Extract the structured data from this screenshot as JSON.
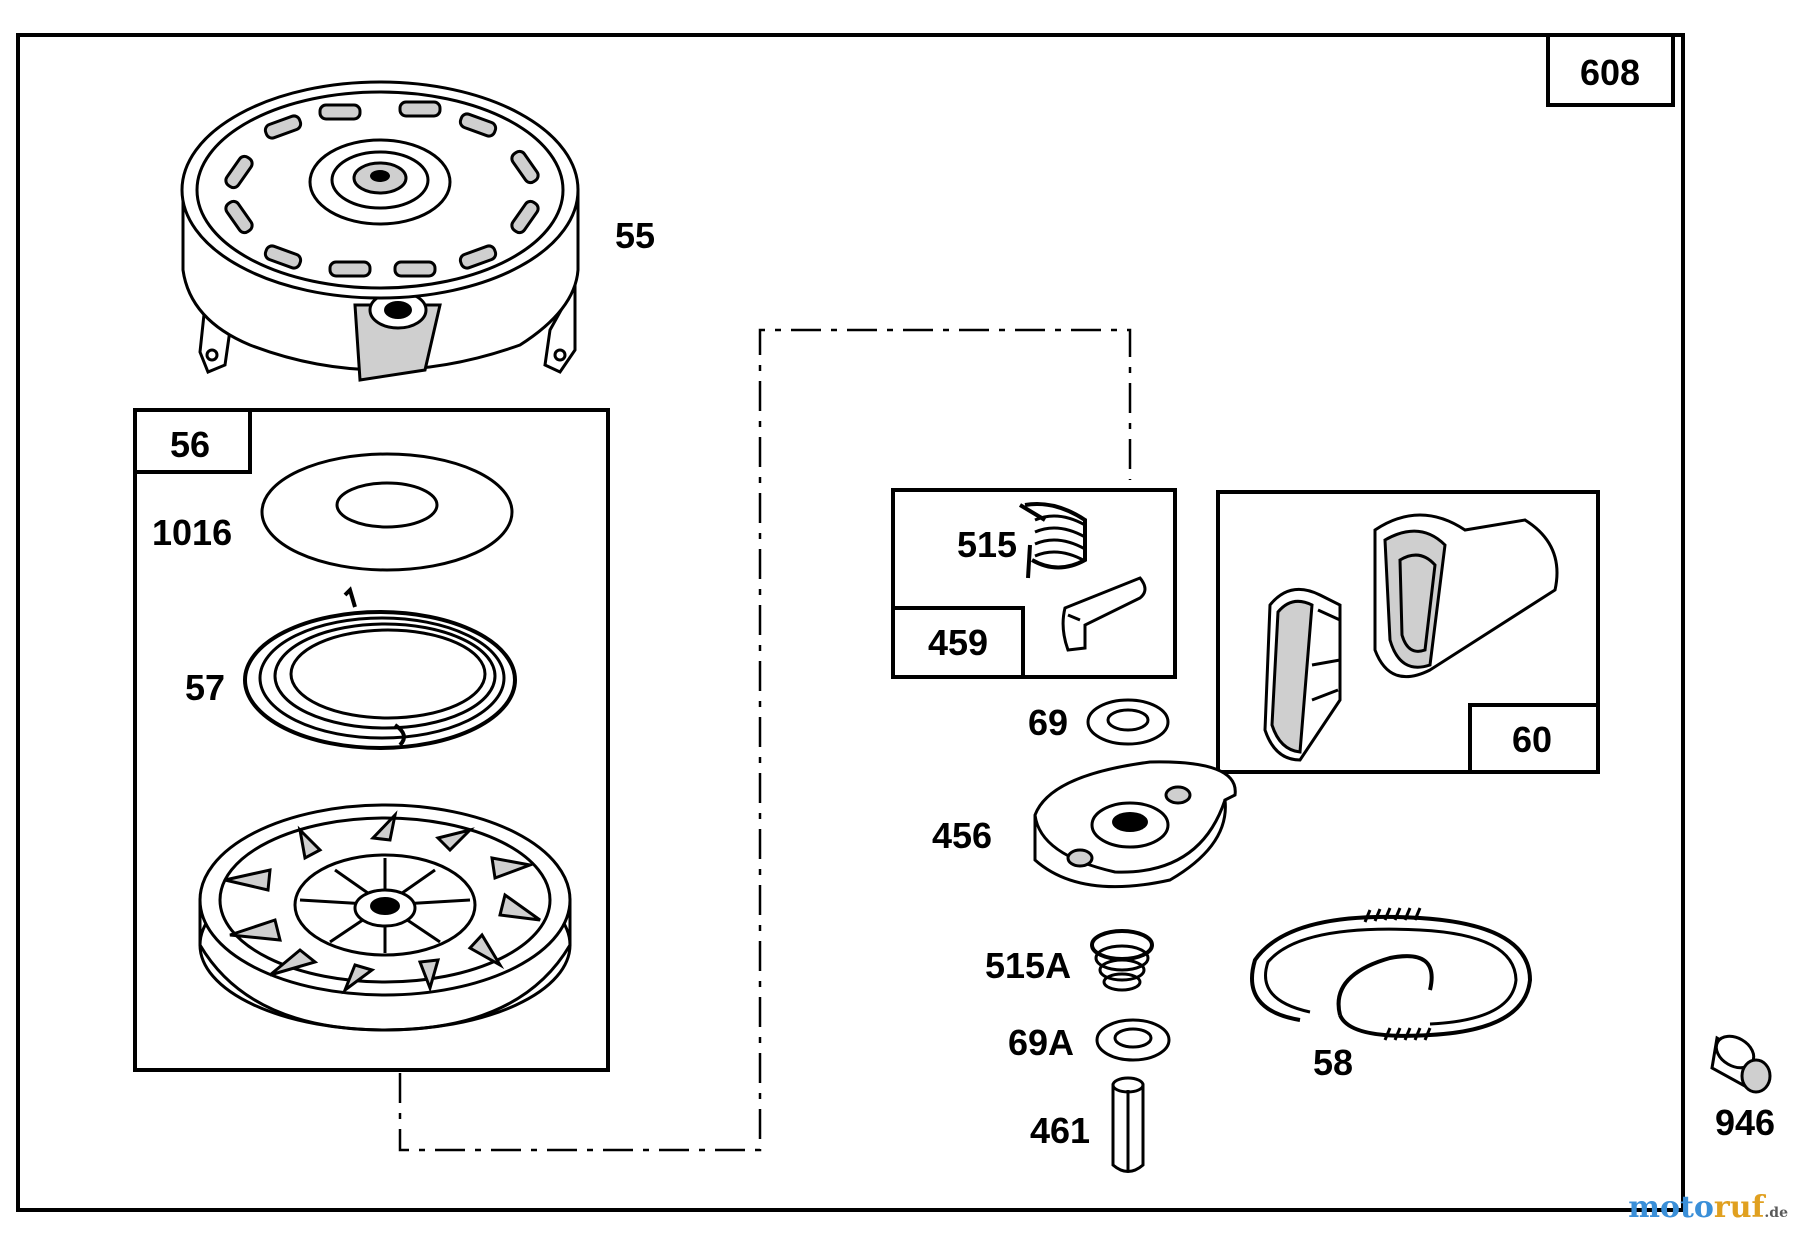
{
  "assembly_label": "608",
  "parts": {
    "p55": "55",
    "p56": "56",
    "p1016": "1016",
    "p57": "57",
    "p515": "515",
    "p459": "459",
    "p60": "60",
    "p69": "69",
    "p456": "456",
    "p515A": "515A",
    "p69A": "69A",
    "p461": "461",
    "p58": "58",
    "p946": "946"
  },
  "watermark": {
    "part1": "moto",
    "part2": "ruf",
    "part3": ".de"
  }
}
